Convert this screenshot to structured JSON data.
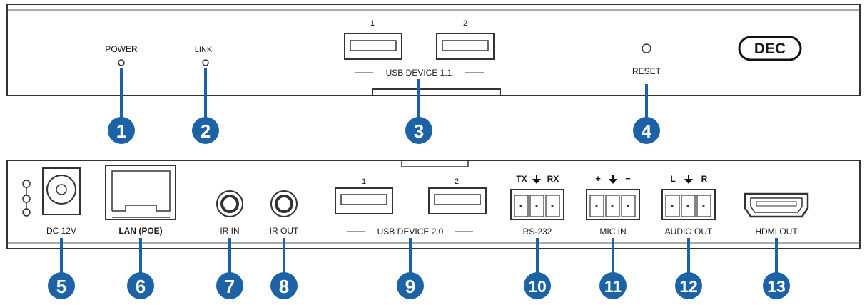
{
  "colors": {
    "callout": "#1b62a7",
    "line": "#1b62a7",
    "panel_stroke": "#333333",
    "text": "#1a1a1a"
  },
  "front_panel": {
    "power_label": "POWER",
    "link_label": "LINK",
    "usb_port_1": "1",
    "usb_port_2": "2",
    "usb_group_label": "USB DEVICE 1.1",
    "reset_label": "RESET",
    "badge": "DEC"
  },
  "rear_panel": {
    "dc_label": "DC 12V",
    "lan_label": "LAN (POE)",
    "ir_in_label": "IR IN",
    "ir_out_label": "IR OUT",
    "usb_port_1": "1",
    "usb_port_2": "2",
    "usb_group_label": "USB DEVICE 2.0",
    "rs232_label": "RS-232",
    "rs232_pins": {
      "tx": "TX",
      "rx": "RX"
    },
    "mic_label": "MIC IN",
    "mic_pins": {
      "plus": "+",
      "minus": "−"
    },
    "audio_label": "AUDIO OUT",
    "audio_pins": {
      "left": "L",
      "right": "R"
    },
    "hdmi_label": "HDMI OUT"
  },
  "callouts": [
    "1",
    "2",
    "3",
    "4",
    "5",
    "6",
    "7",
    "8",
    "9",
    "10",
    "11",
    "12",
    "13"
  ]
}
